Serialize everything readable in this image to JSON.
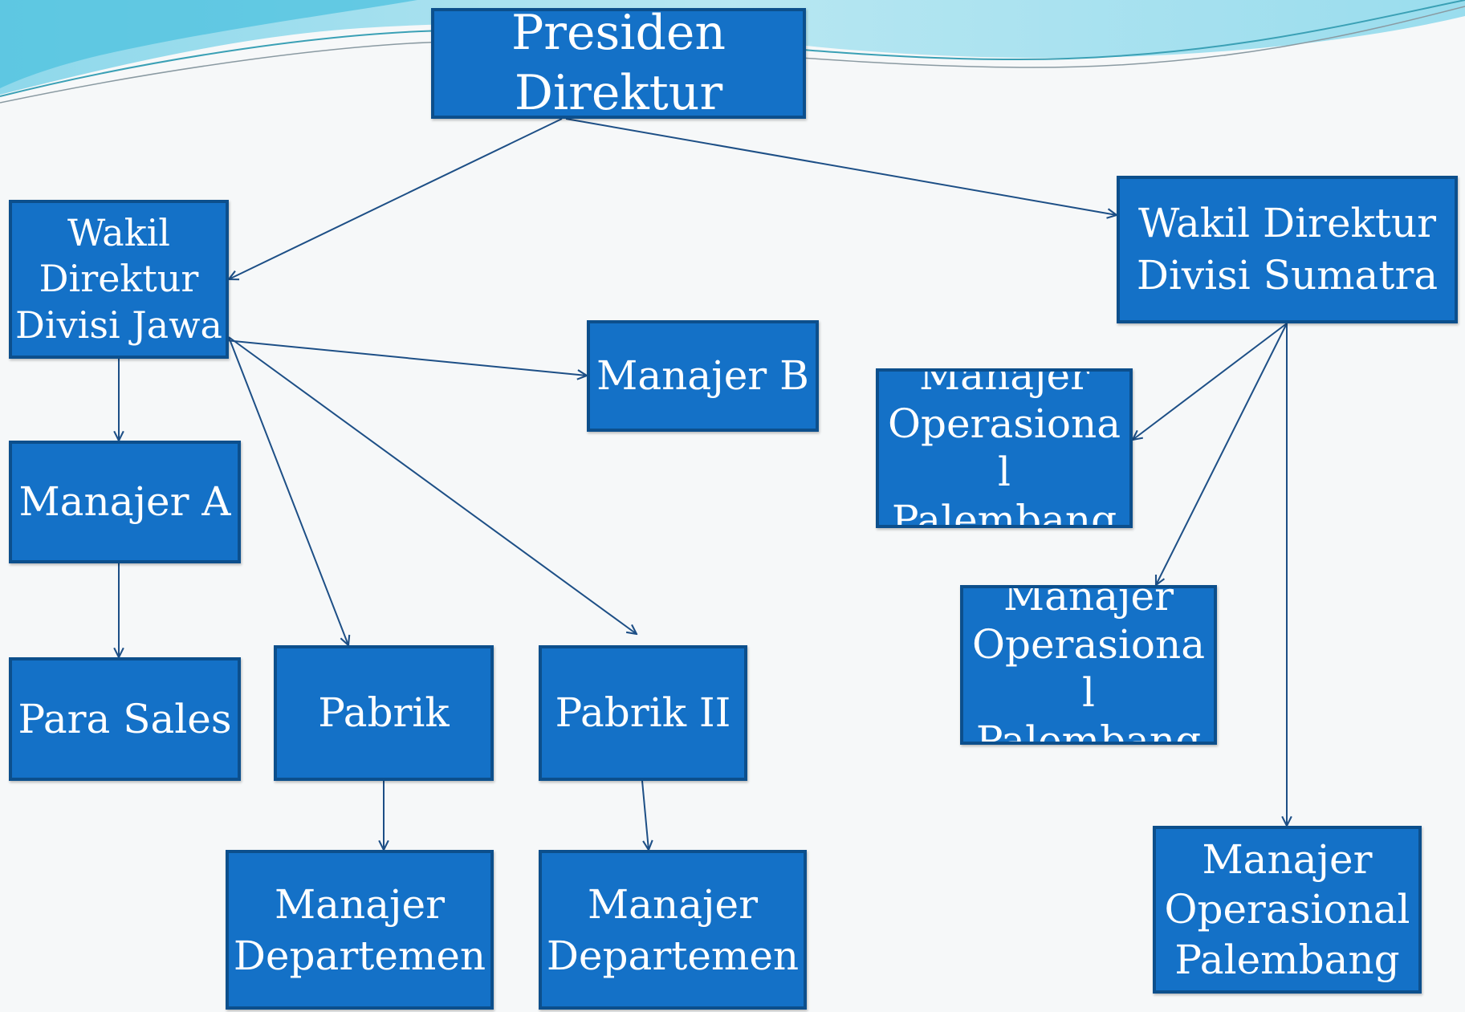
{
  "nodes": {
    "presiden_direktur": "Presiden\nDirektur",
    "wakil_direktur_jawa": "Wakil\nDirektur\nDivisi Jawa",
    "wakil_direktur_sumatra": "Wakil Direktur\nDivisi  Sumatra",
    "manajer_b": "Manajer B",
    "manajer_a": "Manajer A",
    "para_sales": "Para Sales",
    "pabrik": "Pabrik",
    "pabrik_ii": "Pabrik II",
    "manajer_departemen_1": "Manajer\nDepartemen",
    "manajer_departemen_2": "Manajer\nDepartemen",
    "manajer_operasional_1": "Manajer\nOperasiona\nl\nPalembang",
    "manajer_operasional_2": "Manajer\nOperasiona\nl\nPalembang",
    "manajer_operasional_3": "Manajer\nOperasional\nPalembang"
  },
  "edges": [
    {
      "from": "presiden_direktur",
      "to": "wakil_direktur_jawa"
    },
    {
      "from": "presiden_direktur",
      "to": "wakil_direktur_sumatra"
    },
    {
      "from": "wakil_direktur_jawa",
      "to": "manajer_a"
    },
    {
      "from": "wakil_direktur_jawa",
      "to": "manajer_b"
    },
    {
      "from": "wakil_direktur_jawa",
      "to": "pabrik"
    },
    {
      "from": "wakil_direktur_jawa",
      "to": "pabrik_ii"
    },
    {
      "from": "manajer_a",
      "to": "para_sales"
    },
    {
      "from": "pabrik",
      "to": "manajer_departemen_1"
    },
    {
      "from": "pabrik_ii",
      "to": "manajer_departemen_2"
    },
    {
      "from": "wakil_direktur_sumatra",
      "to": "manajer_operasional_1"
    },
    {
      "from": "wakil_direktur_sumatra",
      "to": "manajer_operasional_2"
    },
    {
      "from": "wakil_direktur_sumatra",
      "to": "manajer_operasional_3"
    }
  ],
  "colors": {
    "box_fill": "#1471c7",
    "box_border": "#0c4f8c",
    "text": "#ffffff",
    "connector": "#1d4f86",
    "background": "#f6f8f9",
    "wave_accent": "#7fd3e8"
  }
}
